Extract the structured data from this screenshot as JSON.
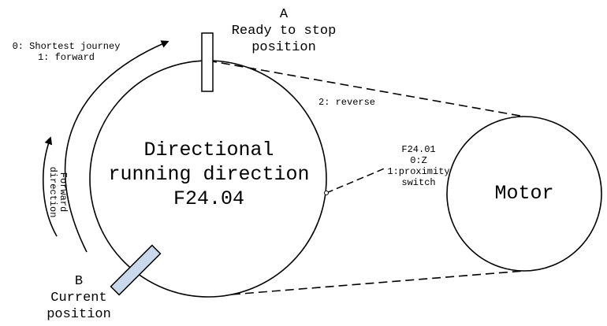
{
  "stop_point": {
    "letter": "A",
    "line1": "Ready to stop",
    "line2": "position"
  },
  "start_point": {
    "letter": "B",
    "line1": "Current",
    "line2": "position"
  },
  "options_top": {
    "line1": "0: Shortest journey",
    "line2": "1: forward"
  },
  "reverse_option": "2: reverse",
  "forward_direction": {
    "line1": "Forward",
    "line2": "direction"
  },
  "main_wheel": {
    "line1": "Directional",
    "line2": "running direction",
    "line3": "F24.04"
  },
  "sensor": {
    "line1": "F24.01",
    "line2": "0:Z",
    "line3": "1:proximity",
    "line4": "switch"
  },
  "motor": "Motor"
}
